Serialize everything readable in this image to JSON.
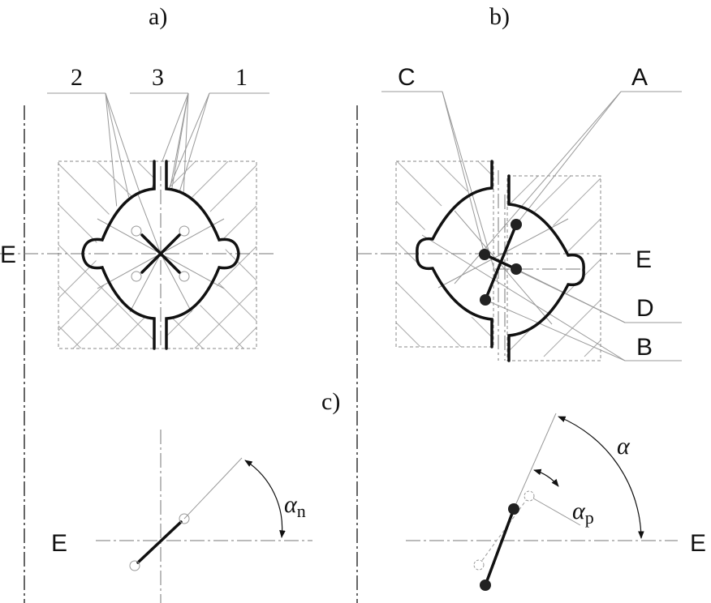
{
  "panels": {
    "a": {
      "title": "a)",
      "labels": [
        "2",
        "3",
        "1"
      ],
      "axis_label": "E"
    },
    "b": {
      "title": "b)",
      "labels": {
        "C": "C",
        "A": "A",
        "D": "D",
        "B": "B"
      },
      "axis_label": "E"
    },
    "c": {
      "title": "c)",
      "axis_label_left": "E",
      "axis_label_right": "E",
      "alpha_n": "α",
      "alpha_n_sub": "n",
      "alpha_p": "α",
      "alpha_p_sub": "p",
      "alpha": "α"
    }
  }
}
